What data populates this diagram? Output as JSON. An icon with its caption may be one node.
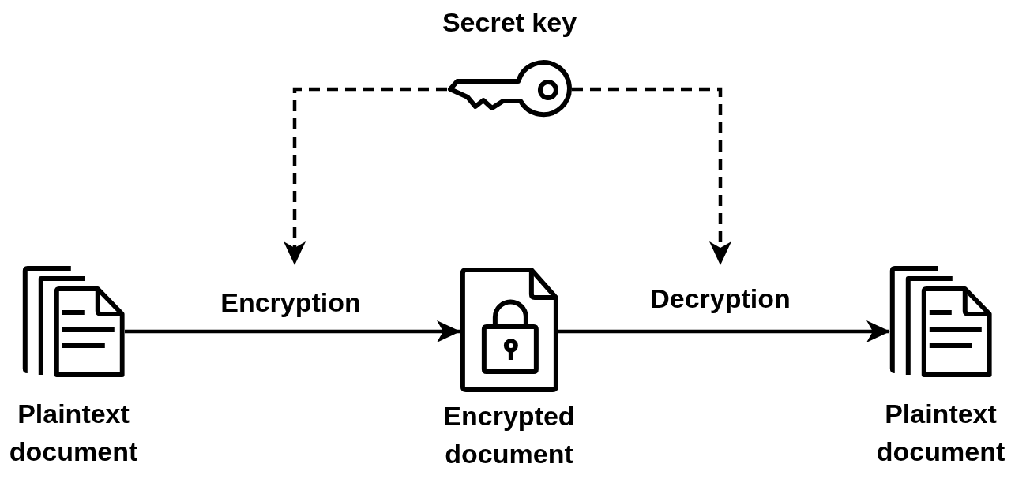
{
  "diagram": {
    "nodes": [
      {
        "text": [
          "Secret key"
        ]
      },
      {
        "text": [
          "Plaintext document"
        ]
      },
      {
        "text": [
          "Encrypted document"
        ]
      },
      {
        "text": [
          "Plaintext document"
        ]
      }
    ],
    "edges": [
      {
        "from": 1,
        "to": 2,
        "arrow": "to",
        "label": "Encryption"
      },
      {
        "from": 2,
        "to": 3,
        "arrow": "to",
        "label": "Decryption"
      },
      {
        "from": 0,
        "to": null,
        "arrow": "to",
        "style": "dashed"
      },
      {
        "from": 0,
        "to": null,
        "arrow": "to",
        "style": "dashed"
      }
    ]
  }
}
